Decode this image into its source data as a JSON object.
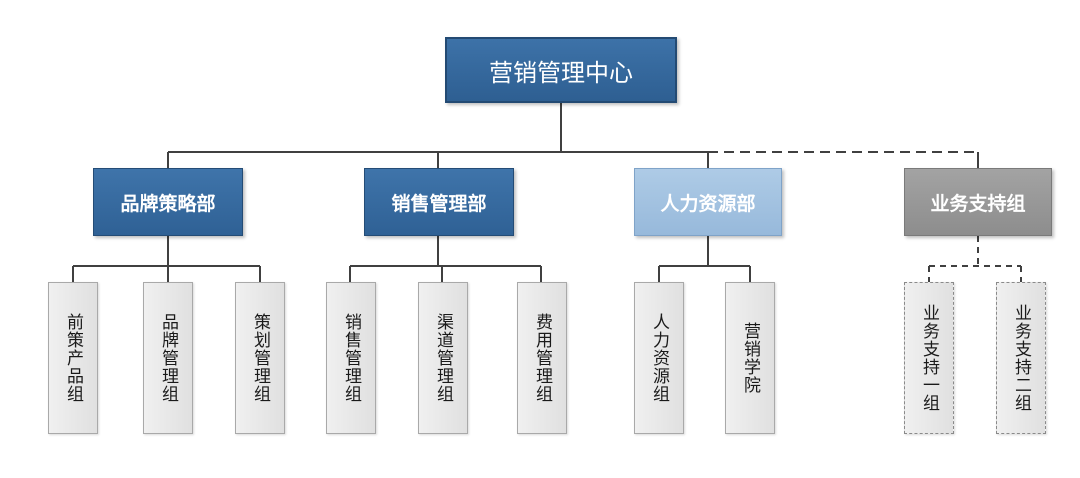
{
  "root": {
    "label": "营销管理中心"
  },
  "departments": [
    {
      "label": "品牌策略部",
      "teams": [
        "前策产品组",
        "品牌管理组",
        "策划管理组"
      ]
    },
    {
      "label": "销售管理部",
      "teams": [
        "销售管理组",
        "渠道管理组",
        "费用管理组"
      ]
    },
    {
      "label": "人力资源部",
      "teams": [
        "人力资源组",
        "营销学院"
      ]
    },
    {
      "label": "业务支持组",
      "teams": [
        "业务支持一组",
        "业务支持二组"
      ]
    }
  ],
  "colors": {
    "primary": "#3a6ea5",
    "light_blue": "#a8c6e4",
    "gray": "#9a9a9a",
    "leaf_fill": "#e8e8e8",
    "line": "#404040"
  }
}
